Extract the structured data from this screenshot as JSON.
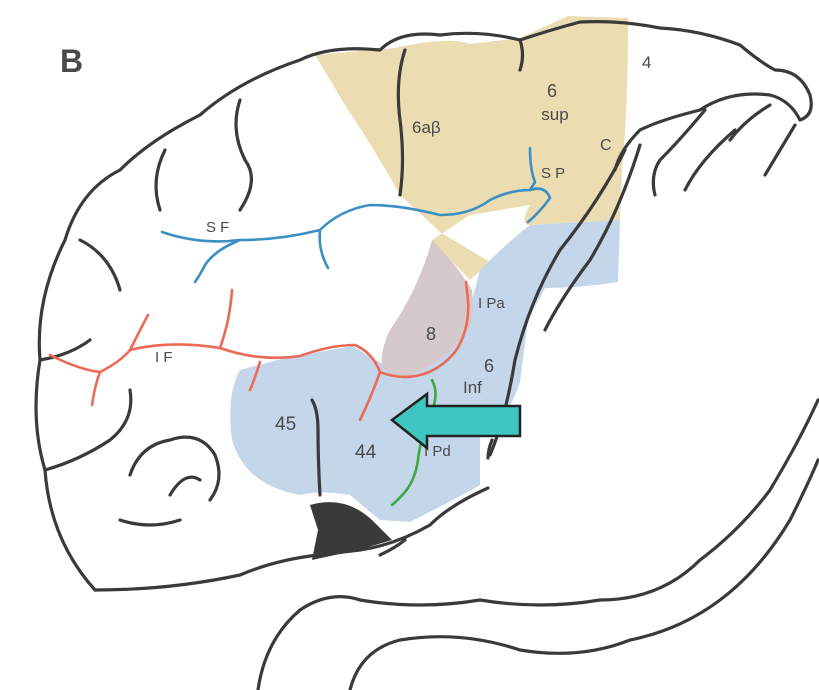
{
  "panel_label": "B",
  "colors": {
    "premotor_yellow": "#ecdcb1",
    "blue_region": "#c3d6ea",
    "area8_gray": "#d6c9cb",
    "sulcus_blue": "#3a8fc3",
    "sulcus_red": "#ec6a55",
    "sulcus_green": "#3fa83f",
    "arrow_teal": "#3fc6c0",
    "outline": "#3a3a3a"
  },
  "areas": {
    "a6ab": "6aβ",
    "a6sup_num": "6",
    "a6sup_sub": "sup",
    "a4": "4",
    "a8": "8",
    "a6inf_num": "6",
    "a6inf_sub": "Inf",
    "a45": "45",
    "a44": "44"
  },
  "sulci": {
    "central": "C",
    "superior_precentral": "S P",
    "superior_frontal": "S F",
    "inferior_frontal": "I F",
    "inferior_precentral_ascending": "I Pa",
    "inferior_precentral_descending": "I Pd"
  },
  "arrow": {
    "direction": "left",
    "icon": "arrow-left-icon"
  }
}
